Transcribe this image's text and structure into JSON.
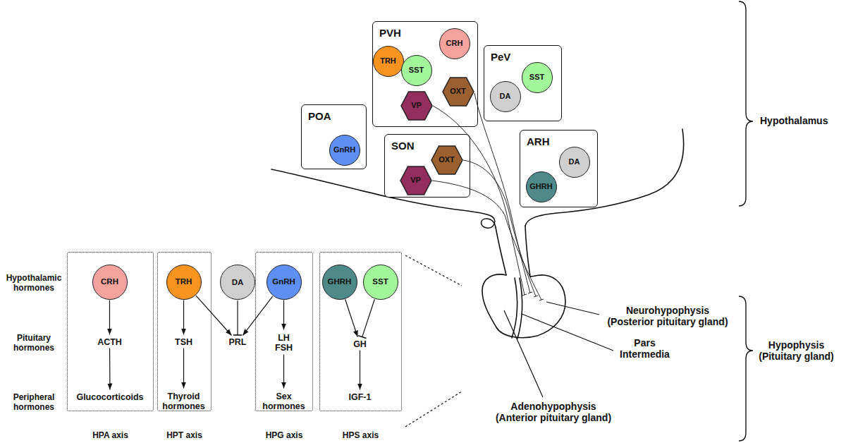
{
  "diagram": {
    "nodes": [
      {
        "text": [
          "PVH"
        ]
      },
      {
        "text": [
          "TRH"
        ],
        "in": 0
      },
      {
        "text": [
          "CRH"
        ],
        "in": 0
      },
      {
        "text": [
          "SST"
        ],
        "in": 0
      },
      {
        "text": [
          "VP"
        ],
        "in": 0
      },
      {
        "text": [
          "OXT"
        ],
        "in": 0
      },
      {
        "text": [
          "PeV"
        ]
      },
      {
        "text": [
          "SST"
        ],
        "in": 6
      },
      {
        "text": [
          "DA"
        ],
        "in": 6
      },
      {
        "text": [
          "POA"
        ]
      },
      {
        "text": [
          "GnRH"
        ],
        "in": 9
      },
      {
        "text": [
          "SON"
        ]
      },
      {
        "text": [
          "OXT"
        ],
        "in": 11
      },
      {
        "text": [
          "VP"
        ],
        "in": 11
      },
      {
        "text": [
          "ARH"
        ]
      },
      {
        "text": [
          "DA"
        ],
        "in": 14
      },
      {
        "text": [
          "GHRH"
        ],
        "in": 14
      },
      {
        "text": [
          "HPA axis"
        ]
      },
      {
        "text": [
          "CRH"
        ],
        "in": 17
      },
      {
        "text": [
          "ACTH"
        ],
        "in": 17
      },
      {
        "text": [
          "Glucocorticoids"
        ],
        "in": 17
      },
      {
        "text": [
          "HPT axis"
        ]
      },
      {
        "text": [
          "TRH"
        ],
        "in": 21
      },
      {
        "text": [
          "TSH"
        ],
        "in": 21
      },
      {
        "text": [
          "Thyroid hormones"
        ],
        "in": 21
      },
      {
        "text": [
          "DA"
        ]
      },
      {
        "text": [
          "PRL"
        ]
      },
      {
        "text": [
          "HPG axis"
        ]
      },
      {
        "text": [
          "GnRH"
        ],
        "in": 27
      },
      {
        "text": [
          "LH FSH"
        ],
        "in": 27
      },
      {
        "text": [
          "Sex hormones"
        ],
        "in": 27
      },
      {
        "text": [
          "HPS axis"
        ]
      },
      {
        "text": [
          "GHRH"
        ],
        "in": 31
      },
      {
        "text": [
          "SST"
        ],
        "in": 31
      },
      {
        "text": [
          "GH"
        ],
        "in": 31
      },
      {
        "text": [
          "IGF-1"
        ],
        "in": 31
      }
    ],
    "edges": [
      {
        "from": 18,
        "to": 19,
        "arrow": "to"
      },
      {
        "from": 19,
        "to": 20,
        "arrow": "to"
      },
      {
        "from": 22,
        "to": 23,
        "arrow": "to"
      },
      {
        "from": 23,
        "to": 24,
        "arrow": "to"
      },
      {
        "from": 22,
        "to": 26,
        "arrow": "to"
      },
      {
        "from": 25,
        "to": 26,
        "arrow": "to"
      },
      {
        "from": 28,
        "to": 26,
        "arrow": "to"
      },
      {
        "from": 28,
        "to": 29,
        "arrow": "to"
      },
      {
        "from": 29,
        "to": 30,
        "arrow": "to"
      },
      {
        "from": 32,
        "to": 34,
        "arrow": "to"
      },
      {
        "from": 33,
        "to": 34,
        "arrow": "to"
      },
      {
        "from": 34,
        "to": 35,
        "arrow": "to"
      }
    ],
    "labels": [
      "Hypothalamus",
      "Hypophysis (Pituitary gland)",
      "Neurohypophysis (Posterior pituitary gland)",
      "Pars Intermedia",
      "Adenohypophysis (Anterior pituitary gland)",
      "Hypothalamic hormones",
      "Pituitary hormones",
      "Peripheral hormones"
    ]
  }
}
